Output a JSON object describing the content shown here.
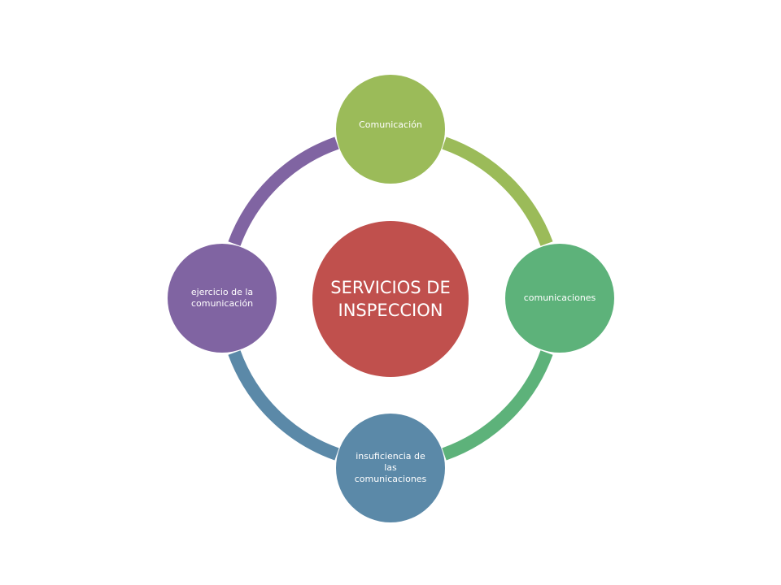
{
  "diagram": {
    "center": {
      "label": "SERVICIOS DE INSPECCION",
      "color": "#c0504d"
    },
    "nodes": [
      {
        "label": "Comunicación",
        "color": "#9bbb59"
      },
      {
        "label": "comunicaciones",
        "color": "#5db27a"
      },
      {
        "label": "insuficiencia de las comunicaciones",
        "color": "#5b89a8"
      },
      {
        "label": "ejercicio de la comunicación",
        "color": "#8064a2"
      }
    ],
    "arcs": [
      {
        "color": "#9bbb59"
      },
      {
        "color": "#5db27a"
      },
      {
        "color": "#5b89a8"
      },
      {
        "color": "#8064a2"
      }
    ]
  }
}
